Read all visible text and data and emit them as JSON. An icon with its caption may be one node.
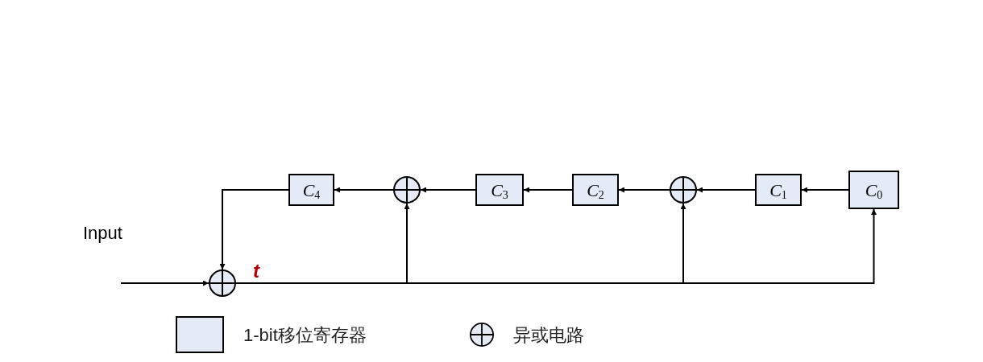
{
  "diagram": {
    "nodes": [
      {
        "text": [
          "C$_{4}$"
        ]
      },
      {
        "text": [],
        "shape": "circle"
      },
      {
        "text": [
          "C$_{3}$"
        ]
      },
      {
        "text": [
          "C$_{2}$"
        ]
      },
      {
        "text": [],
        "shape": "circle"
      },
      {
        "text": [
          "C$_{1}$"
        ]
      },
      {
        "text": [
          "C$_{0}$"
        ]
      },
      {
        "text": [],
        "shape": "circle"
      }
    ],
    "edges": [
      {
        "from": 6,
        "to": 5,
        "arrow": "to"
      },
      {
        "from": 5,
        "to": 4,
        "arrow": "to"
      },
      {
        "from": 4,
        "to": 3,
        "arrow": "to"
      },
      {
        "from": 3,
        "to": 2,
        "arrow": "to"
      },
      {
        "from": 2,
        "to": 1,
        "arrow": "to"
      },
      {
        "from": 1,
        "to": 0,
        "arrow": "to"
      },
      {
        "from": 0,
        "to": 7,
        "arrow": "to"
      },
      {
        "from": null,
        "to": 7,
        "arrow": "to"
      },
      {
        "from": 7,
        "to": 1,
        "arrow": "to"
      },
      {
        "from": 7,
        "to": 4,
        "arrow": "to"
      },
      {
        "from": 7,
        "to": 6,
        "arrow": "to"
      }
    ],
    "labels": [
      "Input",
      "t"
    ],
    "legend": [
      {
        "text": "1-bit移位寄存器",
        "color": "#e4ebf6"
      },
      {
        "text": "异或电路"
      }
    ]
  }
}
